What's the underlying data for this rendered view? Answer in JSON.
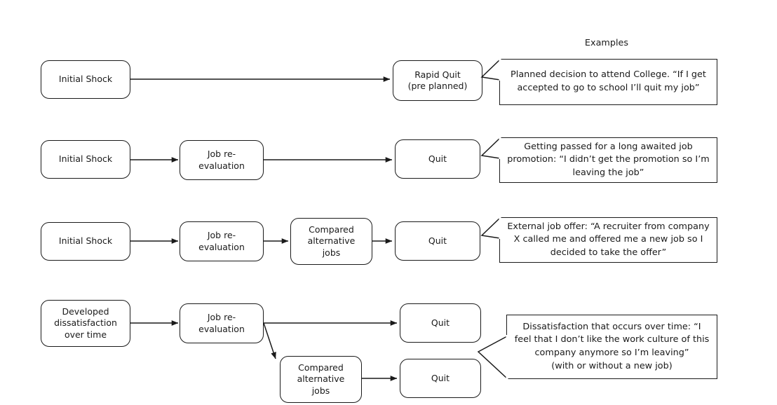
{
  "diagram": {
    "title_label": "Examples",
    "rows": [
      {
        "id": "row-rapid-quit",
        "nodes": [
          {
            "name": "initial-shock",
            "label": "Initial Shock"
          },
          {
            "name": "rapid-quit",
            "label": "Rapid Quit\n(pre planned)"
          }
        ],
        "example": "Planned decision to attend College.  “If I get accepted to go to school I’ll quit my job”"
      },
      {
        "id": "row-job-reevaluation-quit",
        "nodes": [
          {
            "name": "initial-shock",
            "label": "Initial Shock"
          },
          {
            "name": "job-re-evaluation",
            "label": "Job re-\nevaluation"
          },
          {
            "name": "quit",
            "label": "Quit"
          }
        ],
        "example": "Getting passed for a long awaited job promotion: “I didn’t get the promotion so I’m leaving the job”"
      },
      {
        "id": "row-compared-alternatives",
        "nodes": [
          {
            "name": "initial-shock",
            "label": "Initial Shock"
          },
          {
            "name": "job-re-evaluation",
            "label": "Job re-\nevaluation"
          },
          {
            "name": "compared-alternative-jobs",
            "label": "Compared\nalternative\njobs"
          },
          {
            "name": "quit",
            "label": "Quit"
          }
        ],
        "example": "External job offer: “A recruiter from company X called me and offered me a new job so I decided to take the offer”"
      },
      {
        "id": "row-developed-dissatisfaction",
        "nodes": [
          {
            "name": "developed-dissatisfaction-over-time",
            "label": "Developed\ndissatisfaction\nover time"
          },
          {
            "name": "job-re-evaluation",
            "label": "Job re-\nevaluation"
          },
          {
            "name": "quit-direct",
            "label": "Quit"
          },
          {
            "name": "compared-alternative-jobs",
            "label": "Compared\nalternative\njobs"
          },
          {
            "name": "quit-after-comparison",
            "label": "Quit"
          }
        ],
        "example": "Dissatisfaction that occurs over time: “I feel that I don’t like the work culture of this company anymore so I’m leaving”\n(with or without a new job)"
      }
    ]
  },
  "colors": {
    "stroke": "#1a1a1a",
    "background": "#ffffff",
    "text": "#1a1a1a"
  }
}
